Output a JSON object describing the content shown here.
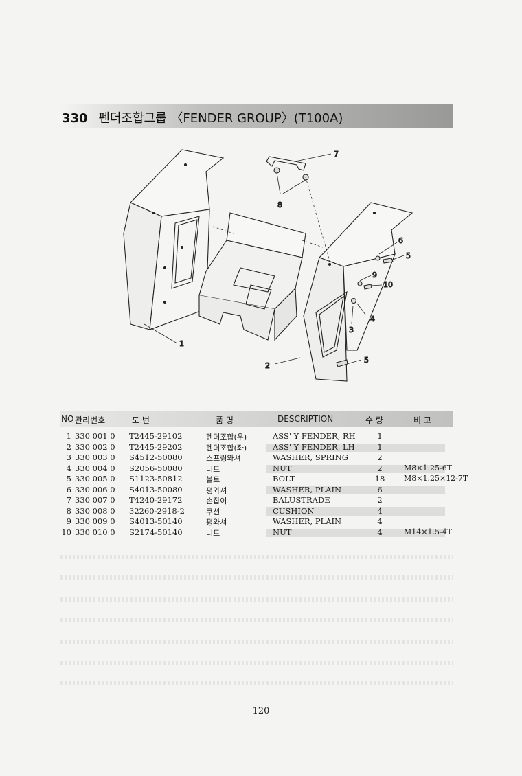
{
  "title": {
    "number": "330",
    "korean": "펜더조합그룹",
    "english": "〈FENDER GROUP〉(T100A)"
  },
  "callouts": [
    "7",
    "8",
    "6",
    "5",
    "9",
    "10",
    "4",
    "3",
    "1",
    "2",
    "5"
  ],
  "table": {
    "headers": {
      "no": "NO",
      "mgmt": "관리번호",
      "drawing": "도  번",
      "name": "품  명",
      "description": "DESCRIPTION",
      "qty": "수 량",
      "remark": "비 고"
    },
    "rows": [
      {
        "no": "1",
        "mgmt": "330  001  0",
        "drawing": "T2445-29102",
        "name": "펜더조합(우)",
        "description": "ASS' Y FENDER, RH",
        "qty": "1",
        "remark": ""
      },
      {
        "no": "2",
        "mgmt": "330  002  0",
        "drawing": "T2445-29202",
        "name": "펜더조합(좌)",
        "description": "ASS' Y FENDER, LH",
        "qty": "1",
        "remark": ""
      },
      {
        "no": "3",
        "mgmt": "330  003  0",
        "drawing": "S4512-50080",
        "name": "스프링와셔",
        "description": "WASHER, SPRING",
        "qty": "2",
        "remark": ""
      },
      {
        "no": "4",
        "mgmt": "330  004  0",
        "drawing": "S2056-50080",
        "name": "너트",
        "description": "NUT",
        "qty": "2",
        "remark": "M8×1.25-6T"
      },
      {
        "no": "5",
        "mgmt": "330  005  0",
        "drawing": "S1123-50812",
        "name": "볼트",
        "description": "BOLT",
        "qty": "18",
        "remark": "M8×1.25×12-7T"
      },
      {
        "no": "6",
        "mgmt": "330  006  0",
        "drawing": "S4013-50080",
        "name": "평와셔",
        "description": "WASHER, PLAIN",
        "qty": "6",
        "remark": ""
      },
      {
        "no": "7",
        "mgmt": "330  007  0",
        "drawing": "T4240-29172",
        "name": "손잡이",
        "description": "BALUSTRADE",
        "qty": "2",
        "remark": ""
      },
      {
        "no": "8",
        "mgmt": "330  008  0",
        "drawing": "32260-2918-2",
        "name": "쿠션",
        "description": "CUSHION",
        "qty": "4",
        "remark": ""
      },
      {
        "no": "9",
        "mgmt": "330  009  0",
        "drawing": "S4013-50140",
        "name": "평와셔",
        "description": "WASHER, PLAIN",
        "qty": "4",
        "remark": ""
      },
      {
        "no": "10",
        "mgmt": "330  010  0",
        "drawing": "S2174-50140",
        "name": "너트",
        "description": "NUT",
        "qty": "4",
        "remark": "M14×1.5-4T"
      }
    ]
  },
  "page_number": "- 120 -"
}
